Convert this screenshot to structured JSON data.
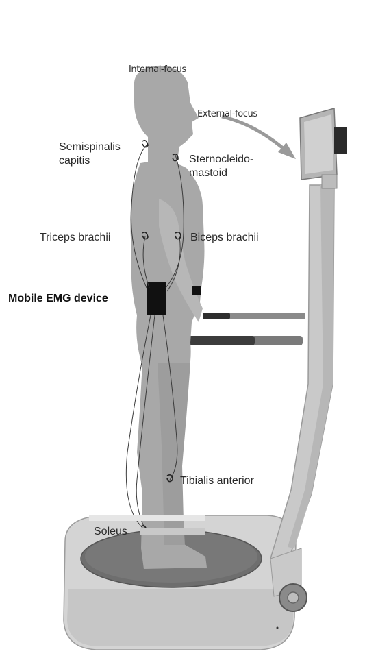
{
  "labels": {
    "internal_focus": "Internal-focus",
    "external_focus": "External-focus",
    "semispinalis_line1": "Semispinalis",
    "semispinalis_line2": "capitis",
    "sternocleido_line1": "Sternocleido-",
    "sternocleido_line2": "mastoid",
    "triceps": "Triceps brachii",
    "biceps": "Biceps brachii",
    "mobile_emg": "Mobile EMG device",
    "tibialis": "Tibialis anterior",
    "soleus": "Soleus"
  },
  "colors": {
    "figure": "#a8a8a8",
    "platform": "#cdcdcd",
    "platform_disc": "#6e6e6e",
    "column": "#c4c4c4",
    "arrow": "#9a9a9a",
    "device": "#111111",
    "wire": "#3a3a3a"
  }
}
